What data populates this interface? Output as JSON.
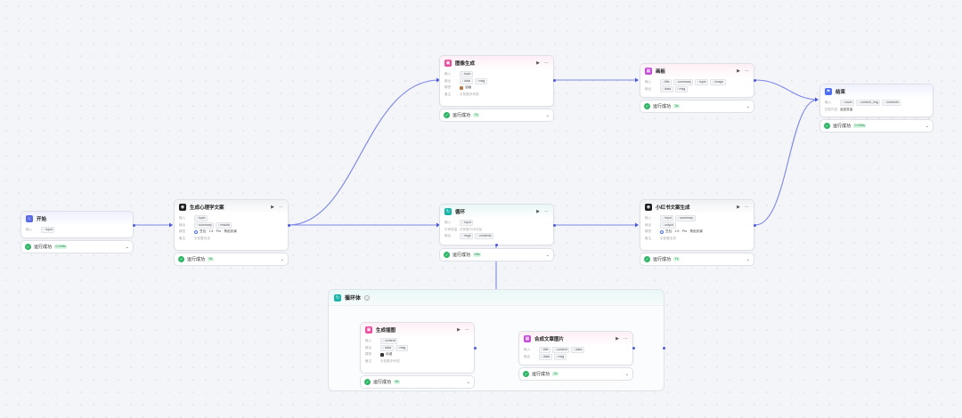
{
  "status": {
    "label": "运行成功"
  },
  "loop": {
    "title": "循环体"
  },
  "labels": {
    "input": "输入",
    "output": "输出",
    "model": "模型",
    "remark": "备注",
    "var_name": "中间变量",
    "output_vars": "输出变量"
  },
  "nodes": {
    "start": {
      "title": "开始",
      "inputs": [
        "input"
      ],
      "duration": "0.008s"
    },
    "llm_main": {
      "title": "生成心理学文案",
      "inputs": [
        "topic"
      ],
      "outputs": [
        "summary",
        "results"
      ],
      "model": "豆包 · 1.5 · Pro · 角色扮演",
      "remark": "未配置信息",
      "duration": "5s"
    },
    "image_gen": {
      "title": "图像生成",
      "inputs": [
        "topic"
      ],
      "outputs": [
        "data",
        "msg"
      ],
      "model": "油画",
      "remark": "未配置参考图",
      "duration": "7s"
    },
    "canvas": {
      "title": "画板",
      "inputs": [
        "title",
        "summary",
        "topic",
        "image"
      ],
      "outputs": [
        "data",
        "msg"
      ],
      "duration": "3s"
    },
    "end": {
      "title": "结束",
      "inputs": [
        "cover",
        "content_img",
        "contents"
      ],
      "output_var_label": "回答内容",
      "output_var": "返回变量",
      "duration": "0.006s"
    },
    "loop_node": {
      "title": "循环",
      "inputs": [
        "input"
      ],
      "mid_label": "中间变量",
      "mid_value": "未配置中间变量",
      "outputs": [
        "imgs",
        "contents"
      ],
      "duration": "48s"
    },
    "llm_xhs": {
      "title": "小红书文案生成",
      "inputs": [
        "input",
        "summary"
      ],
      "outputs": [
        "output"
      ],
      "model": "豆包 · 1.5 · Pro · 角色扮演",
      "remark": "未配置信息",
      "duration": "7s"
    },
    "sketch": {
      "title": "生成插图",
      "inputs": [
        "content"
      ],
      "outputs": [
        "data",
        "msg"
      ],
      "model": "动漫",
      "remark": "未配置参考图",
      "duration": "5s"
    },
    "compose": {
      "title": "合成文章图片",
      "inputs": [
        "title",
        "content",
        "data"
      ],
      "outputs": [
        "data",
        "msg"
      ],
      "duration": "2s"
    }
  }
}
